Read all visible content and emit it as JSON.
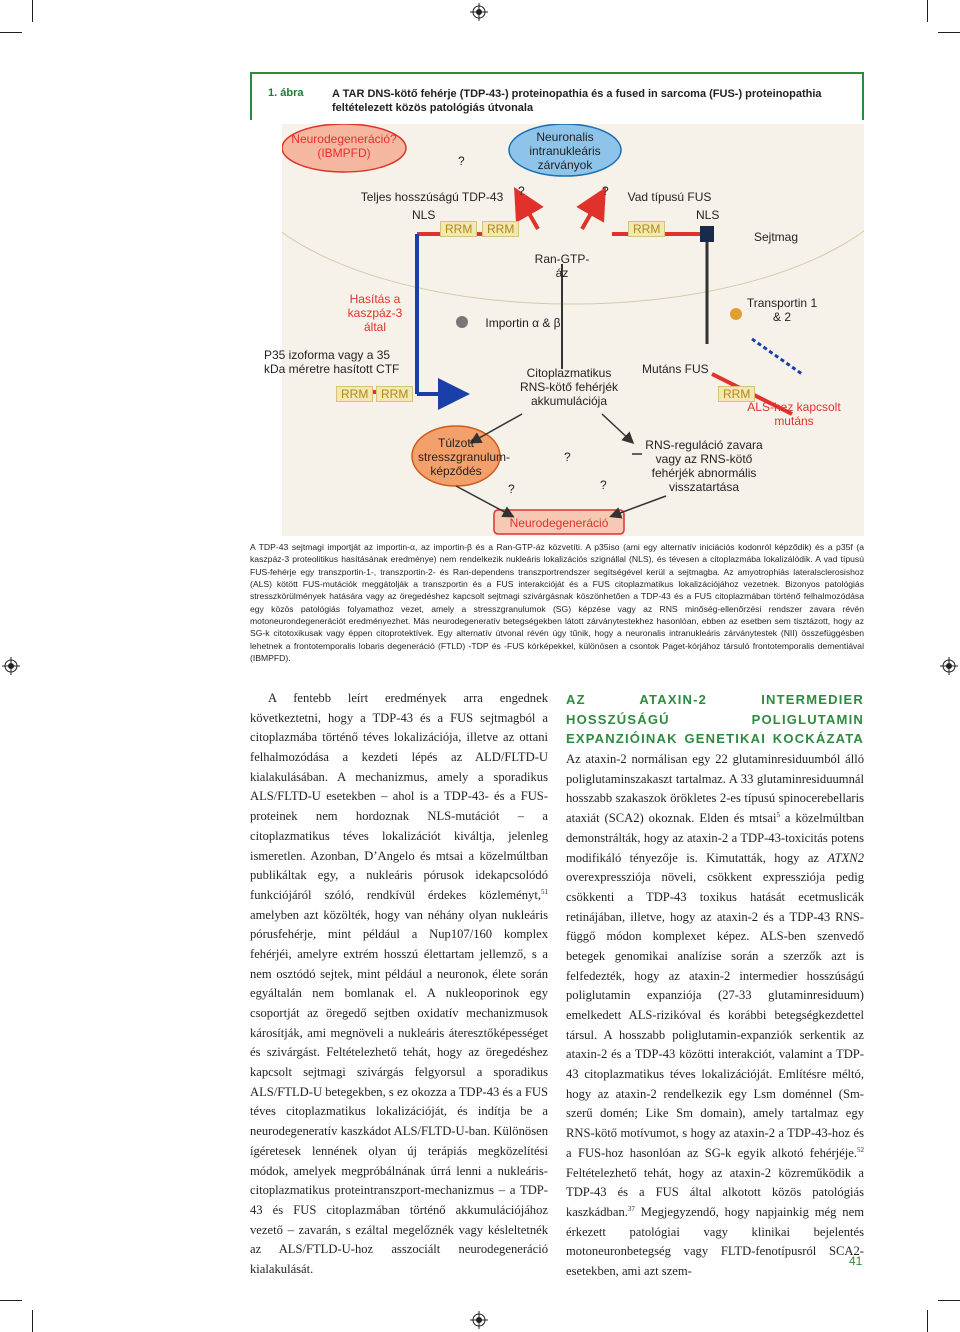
{
  "figure": {
    "label": "1. ábra",
    "title": "A TAR DNS-kötő fehérje (TDP-43-) proteinopathia és a fused in sarcoma (FUS-) proteinopathia feltételezett közös patológiás útvonala"
  },
  "diagram": {
    "neurodegen_q": "Neurodegeneráció?",
    "ibmpfd": "(IBMPFD)",
    "nii": "Neuronalis intranukleáris zárványok",
    "tdp_full": "Teljes hosszúságú TDP-43",
    "nls": "NLS",
    "rrm": "RRM",
    "fus_wt": "Vad típusú FUS",
    "sejtmag": "Sejtmag",
    "ran": "Ran-GTP-áz",
    "caspase": "Hasítás a kaszpáz-3 által",
    "importin": "Importin α & β",
    "transportin": "Transportin 1 & 2",
    "p35": "P35 izoforma vagy a 35 kDa méretre hasított CTF",
    "cyto": "Citoplazmatikus RNS-kötő fehérjék akkumulációja",
    "fus_mut": "Mutáns FUS",
    "als_mut": "ALS-hez kapcsolt mutáns",
    "stress": "Túlzott stresszgranulum-képződés",
    "rna_reg": "RNS-reguláció zavara vagy az RNS-kötő fehérjék abnormális visszatartása",
    "neurodegen": "Neurodegeneráció",
    "q": "?"
  },
  "caption": "A TDP-43 sejtmagi importját az importin-α, az importin-β és a Ran-GTP-áz közvetíti. A p35iso (ami egy alternatív iniciációs kodonról képződik) és a p35f (a kaszpáz-3 proteolitikus hasításának eredménye) nem rendelkezik nukleáris lokalizációs szignállal (NLS), és tévesen a citoplazmába lokalizálódik. A vad típusú FUS-fehérje egy transzportin-1-, transzportin-2- és Ran-dependens transzportrendszer segítségével kerül a sejtmagba. Az amyotrophiás lateralsclerosishoz (ALS) kötött FUS-mutációk meggátolják a transzportin és a FUS interakcióját és a FUS citoplazmatikus lokalizációjához vezetnek. Bizonyos patológiás stresszkörülmények hatására vagy az öregedéshez kapcsolt sejtmagi szivárgásnak köszönhetően a TDP-43 és a FUS citoplazmában történő felhalmozódása egy közös patológiás folyamathoz vezet, amely a stresszgranulumok (SG) képzése vagy az RNS minőség-ellenőrzési rendszer zavara révén motoneurondegenerációt eredményezhet. Más neurodegeneratív betegségekben látott zárványtestekhez hasonlóan, ebben az esetben sem tisztázott, hogy az SG-k citotoxikusak vagy éppen citoprotektívek. Egy alternatív útvonal révén úgy tűnik, hogy a neuronalis intranukleáris zárványtestek (NII) összefüggésben lehetnek a frontotemporalis lobaris degeneráció (FTLD) -TDP és -FUS kórképekkel, különösen a csontok Paget-kórjához társuló frontotemporalis dementiával (IBMPFD).",
  "left_column": {
    "p1a": "A fentebb leírt eredmények arra engednek következtetni, hogy a TDP-43 és a FUS sejtmagból a citoplazmába történő téves lokalizációja, illetve az ottani felhalmozódása a kezdeti lépés az ALD/FLTD-U kialakulásában. A mechanizmus, amely a sporadikus ALS/FLTD-U esetekben – ahol is a TDP-43- és a FUS-proteinek nem hordoznak NLS-mutációt – a citoplazmatikus téves lokalizációt kiváltja, jelenleg ismeretlen. Azonban, D’Angelo és mtsai a közelmúltban publikáltak egy, a nukleáris pórusok idekapcsolódó funkciójáról szóló, rendkívül érdekes közleményt,",
    "ref1": "51",
    "p1b": " amelyben azt közölték, hogy van néhány olyan nukleáris pórusfehérje, mint például a Nup107/160 komplex fehérjéi, amelyre extrém hosszú élettartam jellemző, s a nem osztódó sejtek, mint például a neuronok, élete során egyáltalán nem bomlanak el. A nukleoporinok egy csoportját az öregedő sejtben oxidatív mechanizmusok károsítják, ami megnöveli a nukleáris áteresztőképességet és szivárgást. Feltételezhető tehát, hogy az öregedéshez kapcsolt sejtmagi szivárgás felgyorsul a sporadikus ALS/FTLD-U betegekben, s ez okozza a TDP-43 és a FUS téves citoplazmatikus lokalizációját, és indítja be a neurodegeneratív kaszkádot ALS/FLTD-U-ban. Különösen ígéretesek lennének olyan új terápiás megközelítési módok, amelyek megpróbálnának úrrá lenni a nukleáris-citoplazmatikus proteintranszport-mechanizmus – a TDP-43 és FUS citoplazmában történő akkumulációjához vezető – zavarán, s ezáltal megelőznék vagy késleltetnék az ALS/FTLD-U-hoz asszociált neurodegeneráció kialakulását."
  },
  "right_column": {
    "heading": "AZ ATAXIN-2 INTERMEDIER HOSSZÚSÁGÚ POLIGLUTAMIN EXPANZIÓINAK GENETIKAI KOCKÁZATA",
    "p1a": " Az ataxin-2 normálisan egy 22 glutaminresiduumból álló poliglutaminszakaszt tartalmaz. A 33 glutaminresiduumnál hosszabb szakaszok örökletes 2-es típusú spinocerebellaris ataxiát (SCA2) okoznak. Elden és mtsai",
    "ref1": "5",
    "p1b": " a közelmúltban demonstrálták, hogy az ataxin-2 a TDP-43-toxicitás potens modifikáló tényezője is. Kimutatták, hogy az ",
    "italic": "ATXN2",
    "p1c": " overexpressziója növeli, csökkent expressziója pedig csökkenti a TDP-43 toxikus hatását ecetmuslicák retinájában, illetve, hogy az ataxin-2 és a TDP-43 RNS-függő módon komplexet képez. ALS-ben szenvedő betegek genomikai analízise során a szerzők azt is felfedezték, hogy az ataxin-2 intermedier hosszúságú poliglutamin expanziója (27-33 glutaminresiduum) emelkedett ALS-rizikóval és korábbi betegségkezdettel társul. A hosszabb poliglutamin-expanziók serkentik az ataxin-2 és a TDP-43 közötti interakciót, valamint a TDP-43 citoplazmatikus téves lokalizációját. Említésre méltó, hogy az ataxin-2 rendelkezik egy Lsm doménnel (Sm-szerű domén; Like Sm domain), amely tartalmaz egy RNS-kötő motívumot, s hogy az ataxin-2 a TDP-43-hoz és a FUS-hoz hasonlóan az SG-k egyik alkotó fehérjéje.",
    "ref2": "52",
    "p1d": " Feltételezhető tehát, hogy az ataxin-2 közreműködik a TDP-43 és a FUS által alkotott közös patológiás kaszkádban.",
    "ref3": "37",
    "p1e": " Megjegyzendő, hogy napjainkig még nem érkezett patológiai vagy klinikai bejelentés motoneuronbetegség vagy FLTD-fenotípusról SCA2-esetekben, ami azt szem-"
  },
  "page_number": "41"
}
